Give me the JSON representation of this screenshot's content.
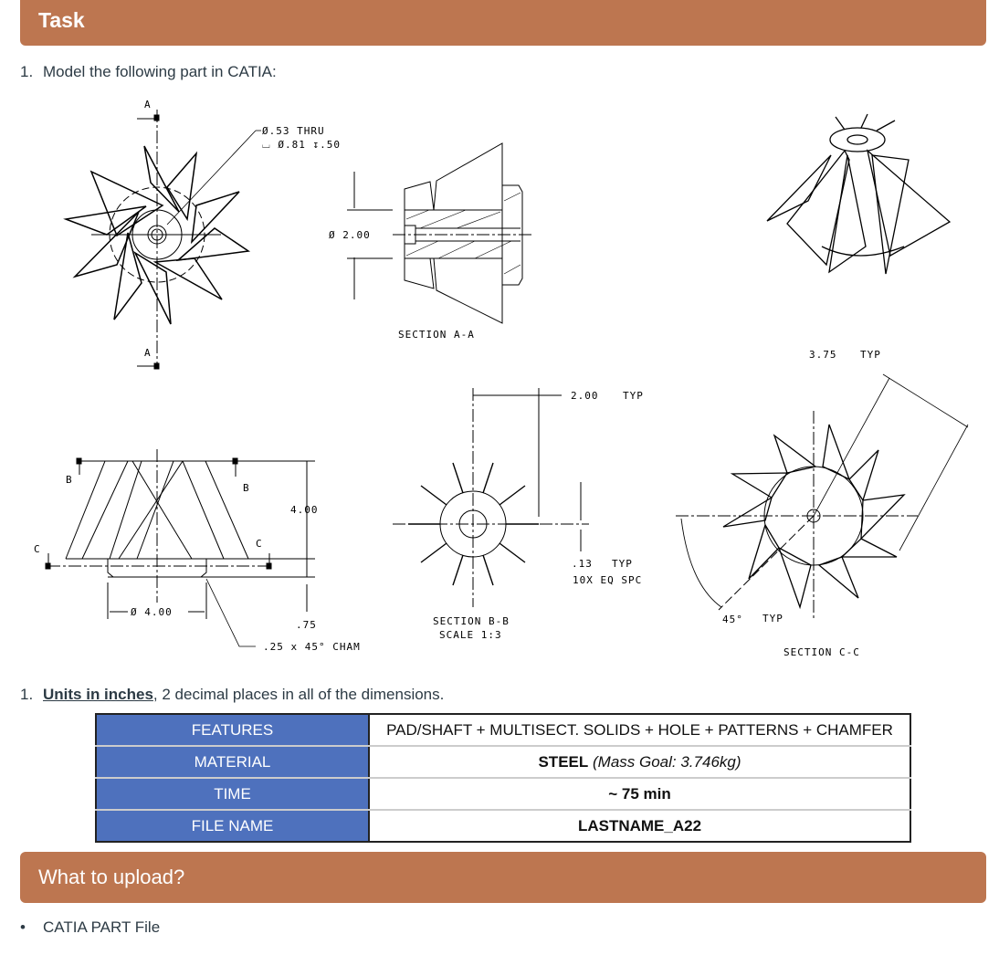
{
  "task_header": {
    "title": "Task"
  },
  "steps": [
    {
      "number": "1.",
      "text": "Model the following part in CATIA:"
    },
    {
      "number": "1.",
      "units_label": "Units in inches",
      "text": ", 2 decimal places in all of the dimensions."
    }
  ],
  "drawing": {
    "top_view": {
      "section_marks": [
        "A",
        "A"
      ],
      "hole_callout_line1": "Ø.53 THRU",
      "hole_callout_line2": "⌴ Ø.81 ↧.50"
    },
    "section_a": {
      "diameter_dim": "Ø 2.00",
      "label": "SECTION A-A"
    },
    "front_view": {
      "section_marks": [
        "B",
        "B",
        "C",
        "C"
      ],
      "height_dim": "4.00",
      "base_height_dim": ".75",
      "base_diameter_dim": "Ø 4.00",
      "chamfer_note": ".25 x 45° CHAM"
    },
    "section_b": {
      "length_dim": "2.00",
      "length_suffix": "TYP",
      "thickness_dim": ".13",
      "thickness_suffix": "TYP",
      "pattern_note": "10X EQ SPC",
      "label": "SECTION B-B",
      "scale": "SCALE 1:3"
    },
    "section_c": {
      "length_dim": "3.75",
      "length_suffix": "TYP",
      "angle_dim": "45°",
      "angle_suffix": "TYP",
      "label": "SECTION C-C"
    }
  },
  "spec_table": {
    "rows": [
      {
        "key": "FEATURES",
        "value": "PAD/SHAFT + MULTISECT. SOLIDS + HOLE + PATTERNS + CHAMFER"
      },
      {
        "key": "MATERIAL",
        "value_bold": "STEEL",
        "value_italic": "(Mass Goal: 3.746kg)"
      },
      {
        "key": "TIME",
        "value": "~ 75 min"
      },
      {
        "key": "FILE NAME",
        "value": "LASTNAME_A22"
      }
    ]
  },
  "upload_header": {
    "title": "What to upload?"
  },
  "upload_items": [
    {
      "bullet": "•",
      "text": "CATIA PART File"
    }
  ],
  "colors": {
    "banner": "#bd7650",
    "table_key_bg": "#4e71bd",
    "text": "#2d3b45"
  }
}
